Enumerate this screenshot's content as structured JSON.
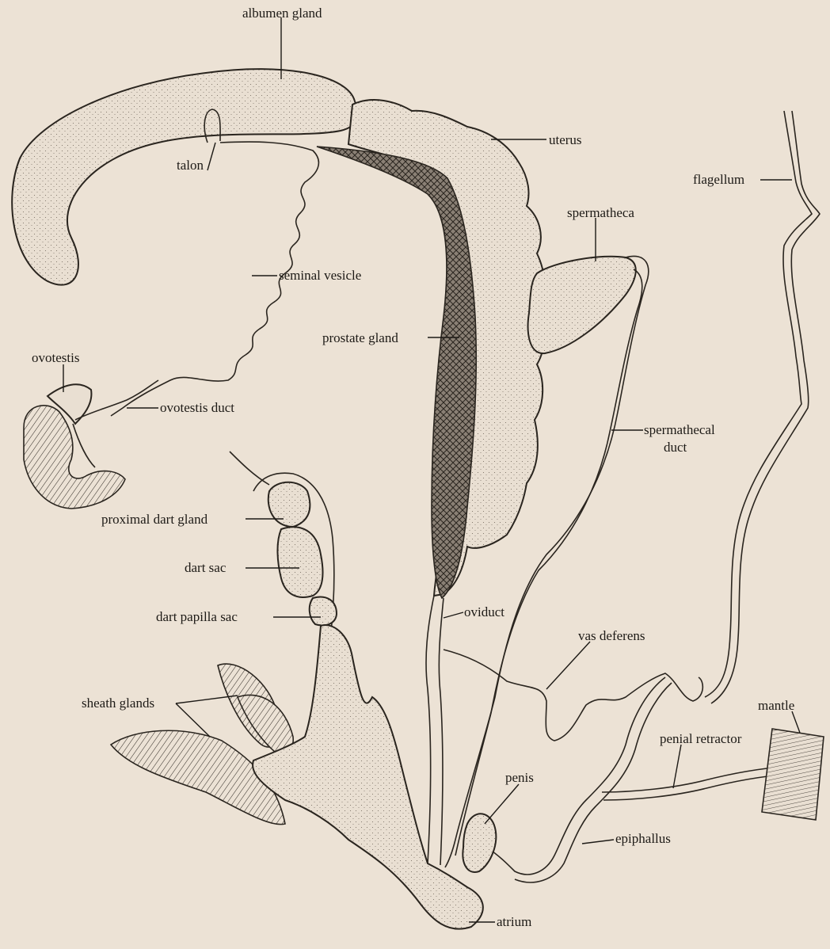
{
  "labels": {
    "albumen_gland": "albumen gland",
    "uterus": "uterus",
    "talon": "talon",
    "flagellum": "flagellum",
    "spermatheca": "spermatheca",
    "seminal_vesicle": "seminal vesicle",
    "prostate_gland": "prostate gland",
    "ovotestis": "ovotestis",
    "ovotestis_duct": "ovotestis duct",
    "spermathecal_duct_1": "spermathecal",
    "spermathecal_duct_2": "duct",
    "proximal_dart_gland": "proximal dart gland",
    "dart_sac": "dart sac",
    "dart_papilla_sac": "dart papilla sac",
    "oviduct": "oviduct",
    "vas_deferens": "vas deferens",
    "sheath_glands": "sheath glands",
    "mantle": "mantle",
    "penial_retractor": "penial retractor",
    "penis": "penis",
    "epiphallus": "epiphallus",
    "atrium": "atrium"
  },
  "colors": {
    "paper": "#ece2d5",
    "ink": "#2a251f",
    "fill": "#e9dfd2"
  }
}
